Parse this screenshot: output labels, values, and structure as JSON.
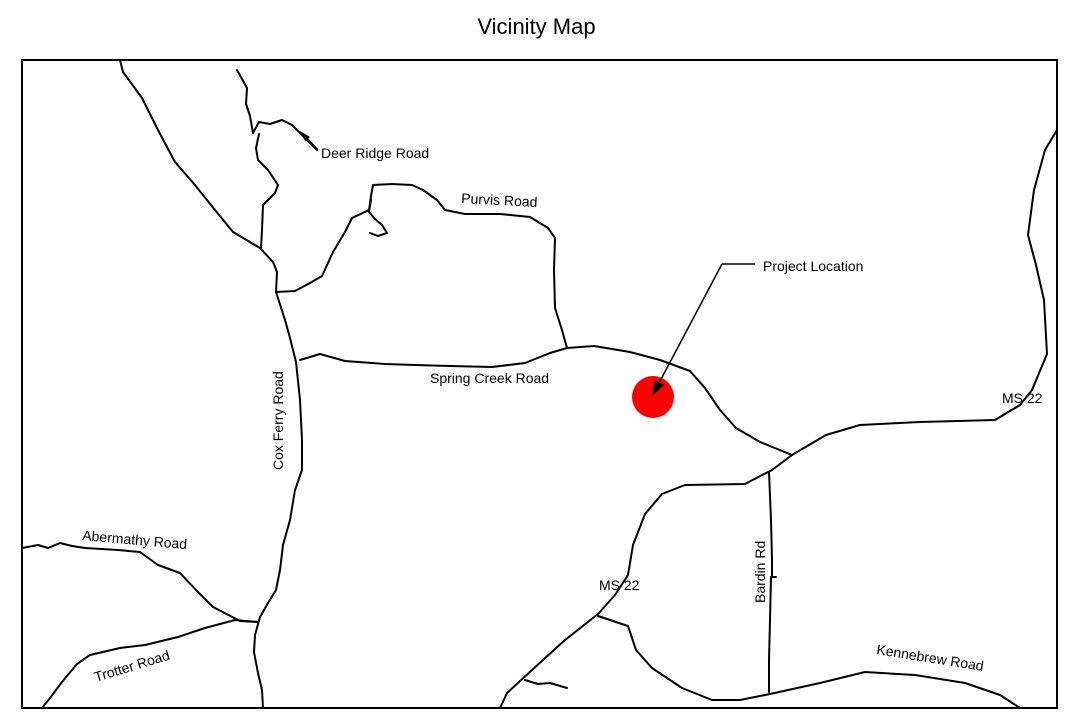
{
  "map": {
    "title": "Vicinity Map",
    "colors": {
      "marker": "#ff0000",
      "line": "#000000",
      "background": "#ffffff"
    },
    "labels": {
      "deer_ridge": "Deer Ridge Road",
      "purvis": "Purvis Road",
      "project": "Project Location",
      "spring_creek": "Spring Creek Road",
      "cox_ferry": "Cox Ferry Road",
      "ms22_east": "MS 22",
      "ms22_south": "MS 22",
      "abermathy": "Abermathy Road",
      "bardin": "Bardin Rd",
      "trotter": "Trotter Road",
      "kennebrew": "Kennebrew Road"
    }
  }
}
